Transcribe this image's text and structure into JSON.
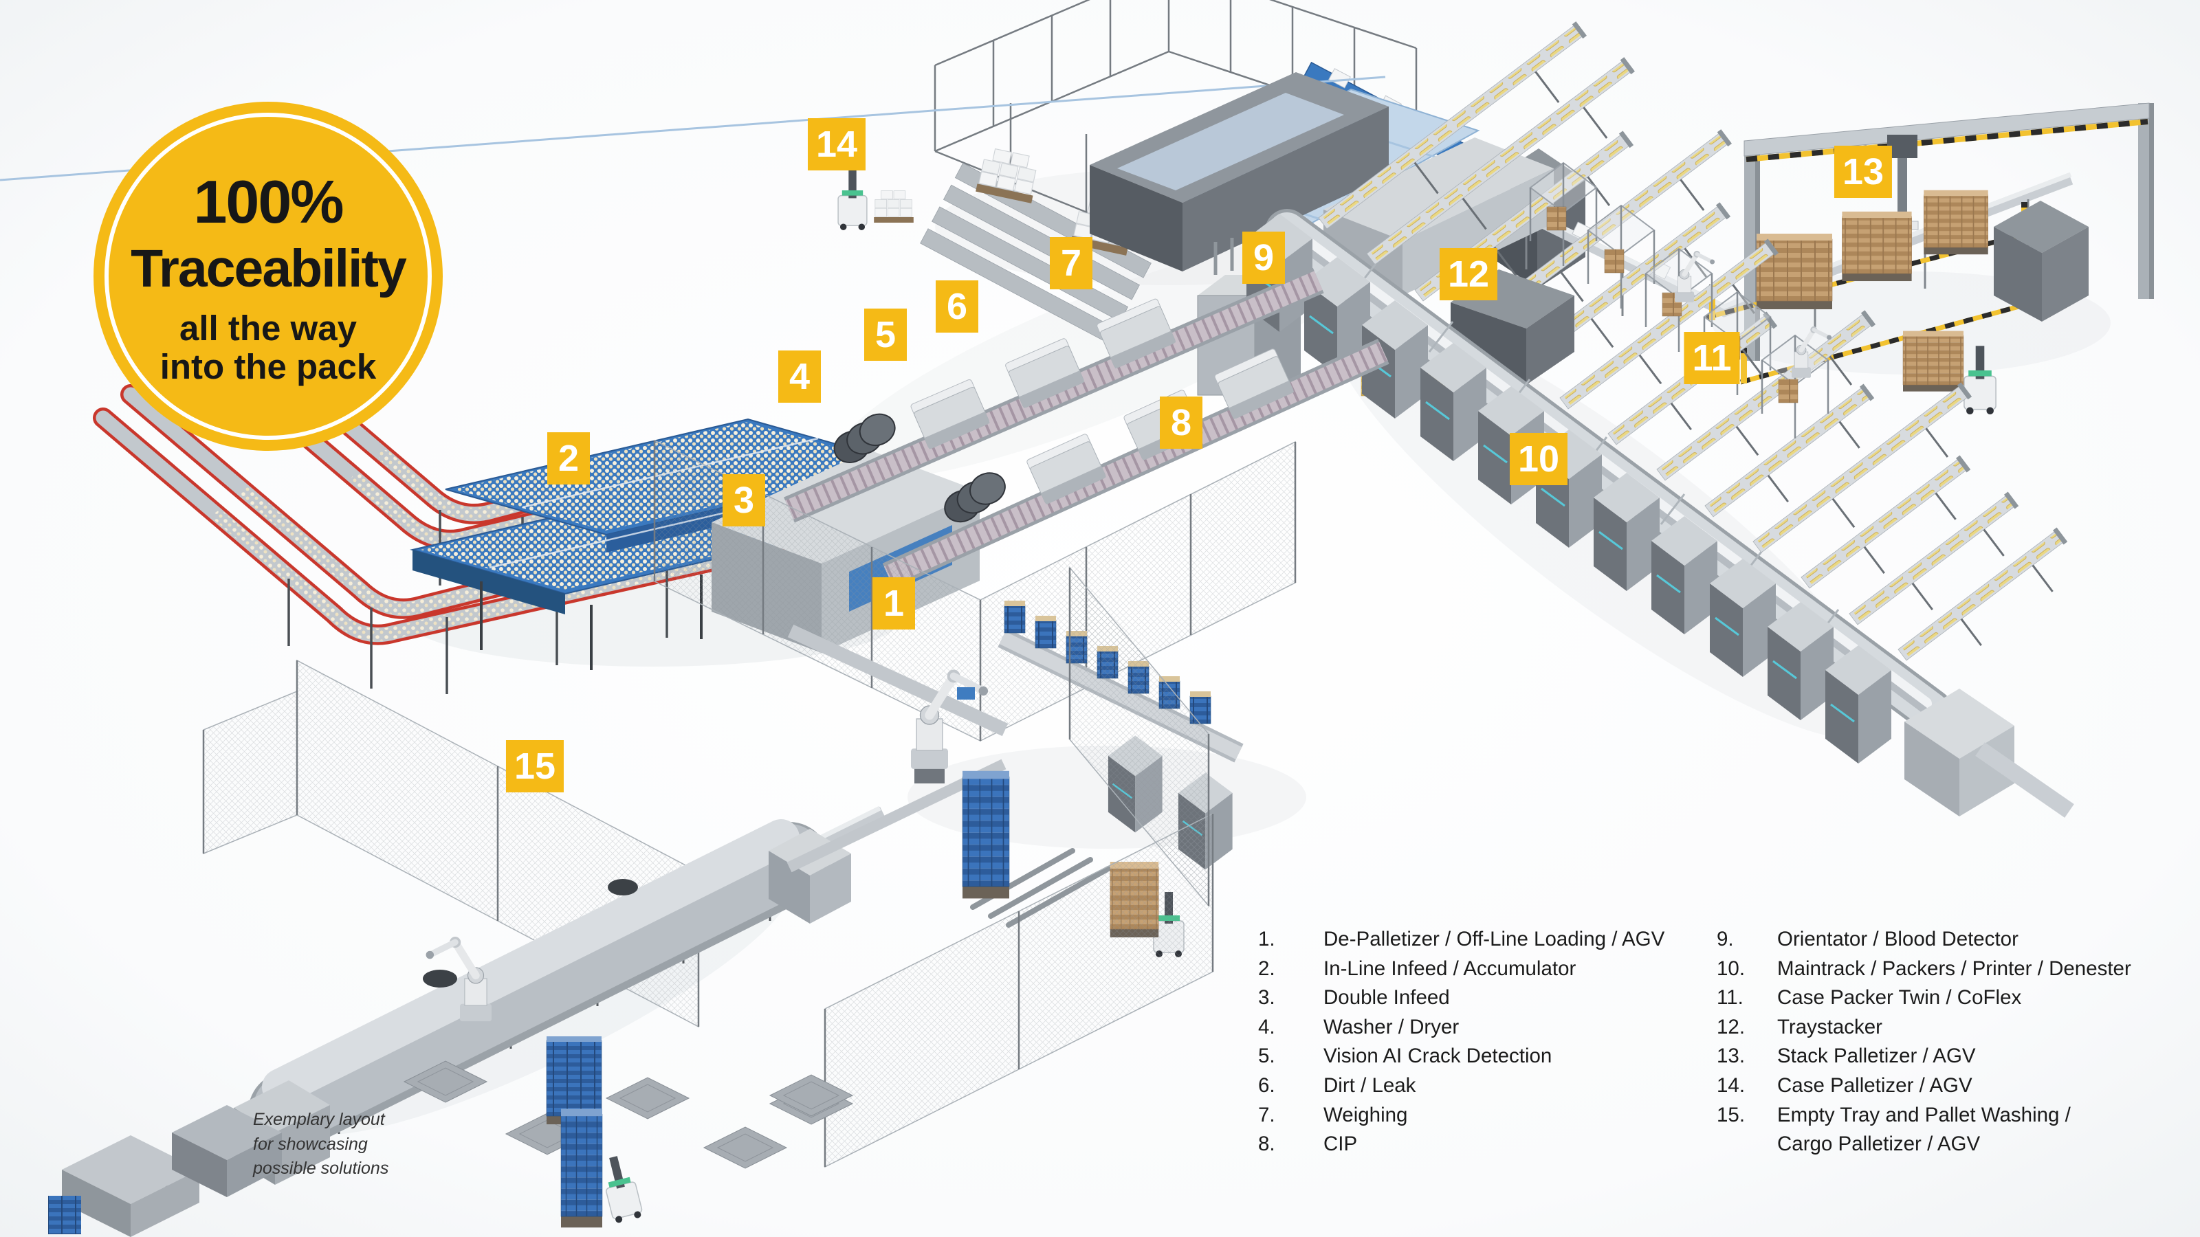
{
  "badge": {
    "headline": "100%",
    "title": "Traceability",
    "sub1": "all the way",
    "sub2": "into the pack"
  },
  "markers": [
    {
      "number": "1"
    },
    {
      "number": "2"
    },
    {
      "number": "3"
    },
    {
      "number": "4"
    },
    {
      "number": "5"
    },
    {
      "number": "6"
    },
    {
      "number": "7"
    },
    {
      "number": "8"
    },
    {
      "number": "9"
    },
    {
      "number": "10"
    },
    {
      "number": "11"
    },
    {
      "number": "12"
    },
    {
      "number": "13"
    },
    {
      "number": "14"
    },
    {
      "number": "15"
    }
  ],
  "legend": {
    "left": [
      {
        "number": "1.",
        "label": "De-Palletizer / Off-Line Loading / AGV"
      },
      {
        "number": "2.",
        "label": "In-Line Infeed / Accumulator"
      },
      {
        "number": "3.",
        "label": "Double Infeed"
      },
      {
        "number": "4.",
        "label": "Washer / Dryer"
      },
      {
        "number": "5.",
        "label": "Vision AI Crack Detection"
      },
      {
        "number": "6.",
        "label": "Dirt / Leak"
      },
      {
        "number": "7.",
        "label": "Weighing"
      },
      {
        "number": "8.",
        "label": "CIP"
      }
    ],
    "right": [
      {
        "number": "9.",
        "label": "Orientator / Blood Detector"
      },
      {
        "number": "10.",
        "label": "Maintrack / Packers / Printer / Denester"
      },
      {
        "number": "11.",
        "label": "Case Packer Twin / CoFlex"
      },
      {
        "number": "12.",
        "label": "Traystacker"
      },
      {
        "number": "13.",
        "label": "Stack Palletizer / AGV"
      },
      {
        "number": "14.",
        "label": "Case Palletizer / AGV"
      },
      {
        "number": "15.",
        "label": "Empty Tray and Pallet Washing /",
        "label2": "Cargo Palletizer / AGV"
      }
    ]
  },
  "footnote": {
    "line1": "Exemplary layout",
    "line2": "for showcasing",
    "line3": "possible solutions"
  },
  "colors": {
    "accent_yellow": "#F5BA16",
    "marker_text": "#FFFFFF",
    "badge_text": "#171717",
    "belt_red": "#C93A2E",
    "conveyor_blue": "#3A79BF",
    "crate_blue": "#3B74BC",
    "pack_yellow": "#E9D584",
    "carton_brown": "#C19A6C",
    "steel_light": "#E8EAED",
    "steel_mid": "#C5CAD0",
    "steel_dark": "#878E95",
    "legend_text": "#1B1B1B"
  }
}
